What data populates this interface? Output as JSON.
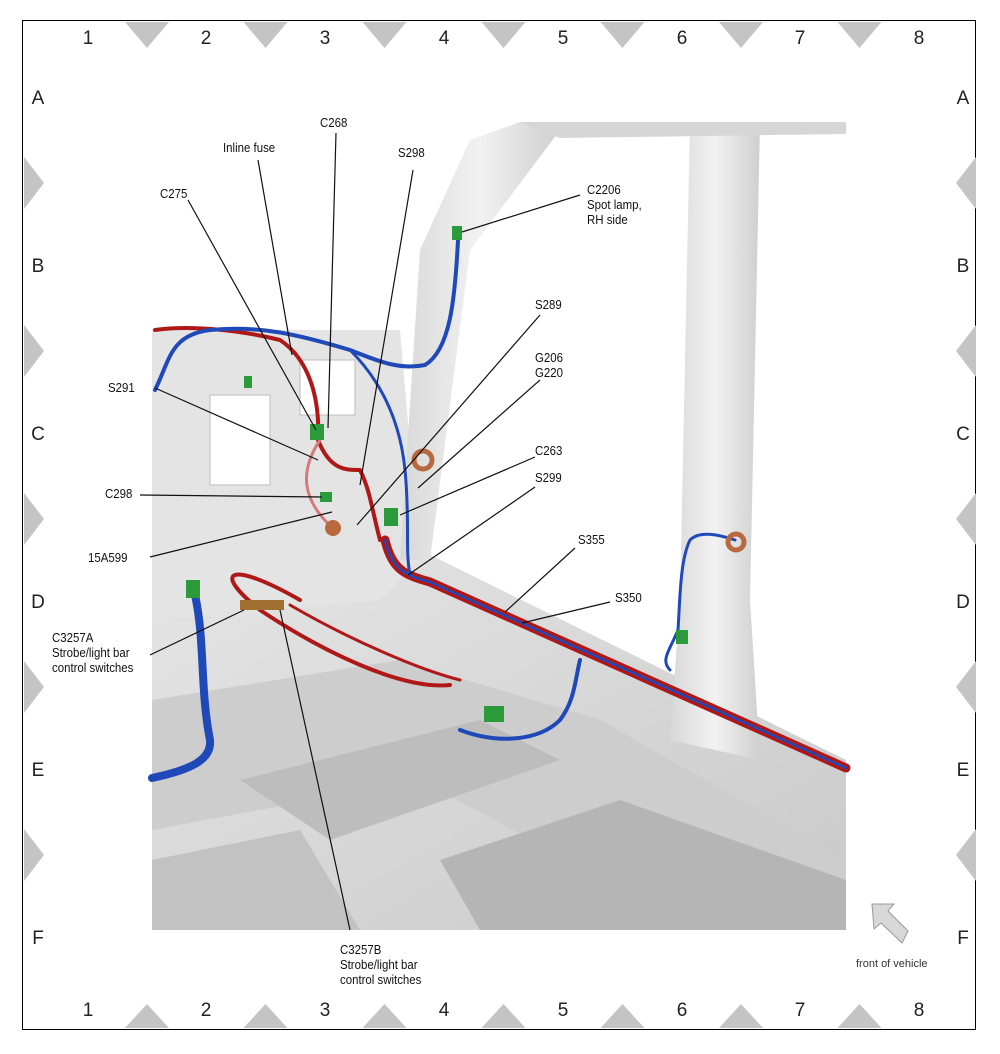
{
  "grid": {
    "columns": [
      "1",
      "2",
      "3",
      "4",
      "5",
      "6",
      "7",
      "8"
    ],
    "rows": [
      "A",
      "B",
      "C",
      "D",
      "E",
      "F"
    ]
  },
  "callouts": {
    "inline_fuse": "Inline fuse",
    "c268": "C268",
    "s298": "S298",
    "c275": "C275",
    "c2206": "C2206\nSpot lamp,\nRH side",
    "s289": "S289",
    "g206_g220": "G206\nG220",
    "s291": "S291",
    "c263": "C263",
    "s299": "S299",
    "c298": "C298",
    "fuse_15a599": "15A599",
    "s355": "S355",
    "s350": "S350",
    "c3257a": "C3257A\nStrobe/light bar\ncontrol switches",
    "c3257b": "C3257B\nStrobe/light bar\ncontrol switches"
  },
  "front_of_vehicle": "front of vehicle",
  "colors": {
    "harness_red": "#b01818",
    "harness_blue": "#1f49b8",
    "connector_green": "#2a9a3a",
    "ground_copper": "#b86a3e",
    "body_gray": "#dcdcdc"
  }
}
